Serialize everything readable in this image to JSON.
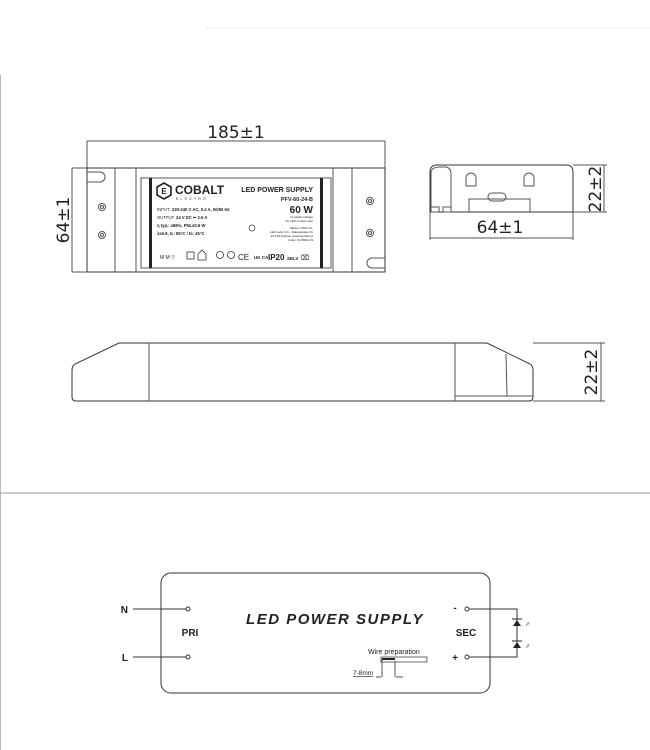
{
  "dimensions": {
    "length": "185±1",
    "width": "64±1",
    "end_width": "64±1",
    "height": "22±2",
    "side_height": "22±2"
  },
  "label": {
    "brand": "COBALT",
    "brand_sub": "ELECTRO",
    "title": "LED POWER SUPPLY",
    "model": "PFV-60-24-B",
    "power": "60 W",
    "input_key": "INPUT",
    "input": "220-240 V AC, 0.4 A, 50/60 Hz",
    "output_key": "OUTPUT",
    "output": "24 V DC ⎓ 2.5 A",
    "efficiency": "η typ.: ≥86%, PNL≤0.5 W",
    "temps": "λ≥0.9, tc: 85°C / ta: 45°C",
    "cv_line1": "Constant Voltage",
    "cv_line2": "for LED module strip",
    "made_1": "Made in PRC for:",
    "made_2": "LED Labs S.A., Zakopiańska 2C",
    "made_3": "30-418 Kraków, www.led-labs.pl",
    "made_4": "Index: 03-B301-03",
    "ip": "IP20",
    "selv": "SELV",
    "ce": "CE",
    "ukca": "UK CA"
  },
  "schematic": {
    "title": "LED POWER SUPPLY",
    "primary": "PRI",
    "secondary": "SEC",
    "n": "N",
    "l": "L",
    "minus": "-",
    "plus": "+",
    "wire_prep": "Wire preparation",
    "strip_len": "7-8mm"
  }
}
